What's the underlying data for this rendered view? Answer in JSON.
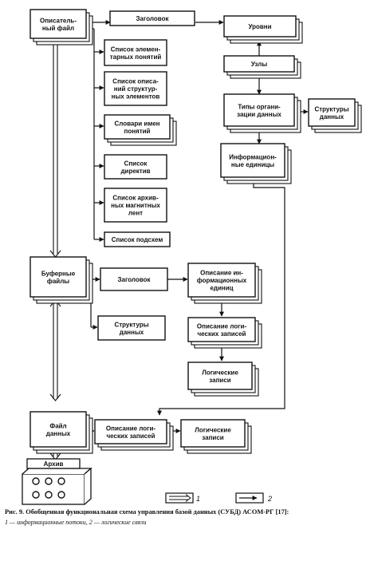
{
  "nodes": {
    "desc_file": [
      "Описатель-",
      "ный файл"
    ],
    "header_top": [
      "Заголовок"
    ],
    "levels": [
      "Уровни"
    ],
    "nodes_box": [
      "Узлы"
    ],
    "org_types": [
      "Типы органи-",
      "зации данных"
    ],
    "data_structures_right": [
      "Структуры",
      "данных"
    ],
    "info_units": [
      "Информацион-",
      "ные единицы"
    ],
    "elem_concepts": [
      "Список элемен-",
      "тарных понятий"
    ],
    "struct_elements": [
      "Список описа-",
      "ний структур-",
      "ных элементов"
    ],
    "concept_dicts": [
      "Словари имен",
      "понятий"
    ],
    "directives": [
      "Список",
      "директив"
    ],
    "archive_tapes": [
      "Список архив-",
      "ных магнитных",
      "лент"
    ],
    "subschemas": [
      "Список подсхем"
    ],
    "buffer_files": [
      "Буферные",
      "файлы"
    ],
    "header_mid": [
      "Заголовок"
    ],
    "info_units_desc": [
      "Описание ин-",
      "формационных",
      "единиц"
    ],
    "data_structures_mid": [
      "Структуры",
      "данных"
    ],
    "logical_records_desc_mid": [
      "Описание логи-",
      "ческих записей"
    ],
    "logical_records_mid": [
      "Логические",
      "записи"
    ],
    "data_file": [
      "Файл",
      "данных"
    ],
    "logical_records_desc_bottom": [
      "Описание логи-",
      "ческих записей"
    ],
    "logical_records_bottom": [
      "Логические",
      "записи"
    ],
    "archive": [
      "Архив"
    ]
  },
  "legend": {
    "item1_number": "1",
    "item2_number": "2"
  },
  "caption": {
    "title": "Рис. 9. Обобщенная функциональная схема управления базой данных (СУБД) АСОМ-РГ [17]:",
    "legend_text": "1 — информационные потоки, 2 — логические связи"
  },
  "colors": {
    "ink": "#111111",
    "paper": "#ffffff"
  }
}
